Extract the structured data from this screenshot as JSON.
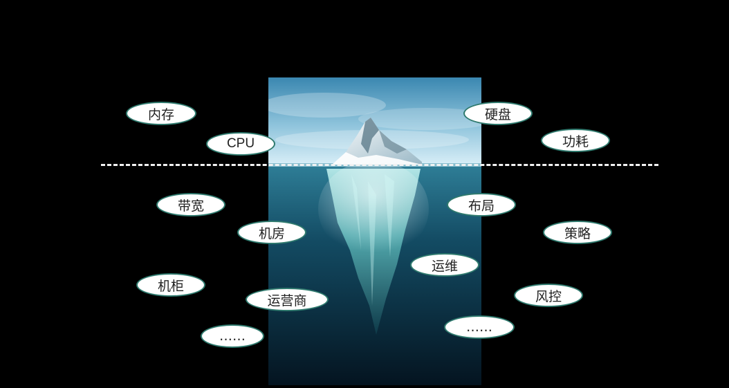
{
  "colors": {
    "background": "#000000",
    "tag_fill": "#ffffff",
    "tag_border": "#2f7a6e",
    "waterline": "#f2f2f2"
  },
  "above_water": [
    "内存",
    "CPU",
    "硬盘",
    "功耗"
  ],
  "below_water_left": [
    "带宽",
    "机房",
    "机柜",
    "运营商",
    "……"
  ],
  "below_water_right": [
    "布局",
    "策略",
    "运维",
    "风控",
    "……"
  ]
}
